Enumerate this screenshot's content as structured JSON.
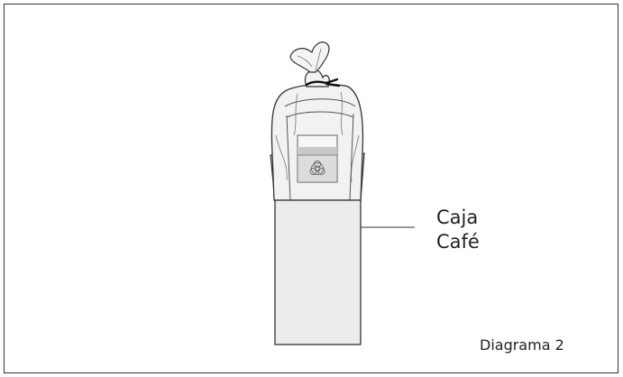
{
  "diagram": {
    "callout": {
      "line1": "Caja",
      "line2": "Café"
    },
    "caption": "Diagrama 2"
  },
  "colors": {
    "stroke": "#333333",
    "box_fill": "#ececec",
    "bag_fill": "#f2f2f2",
    "label_band": "#c8c8c8",
    "label_fill": "#dcdcdc"
  }
}
